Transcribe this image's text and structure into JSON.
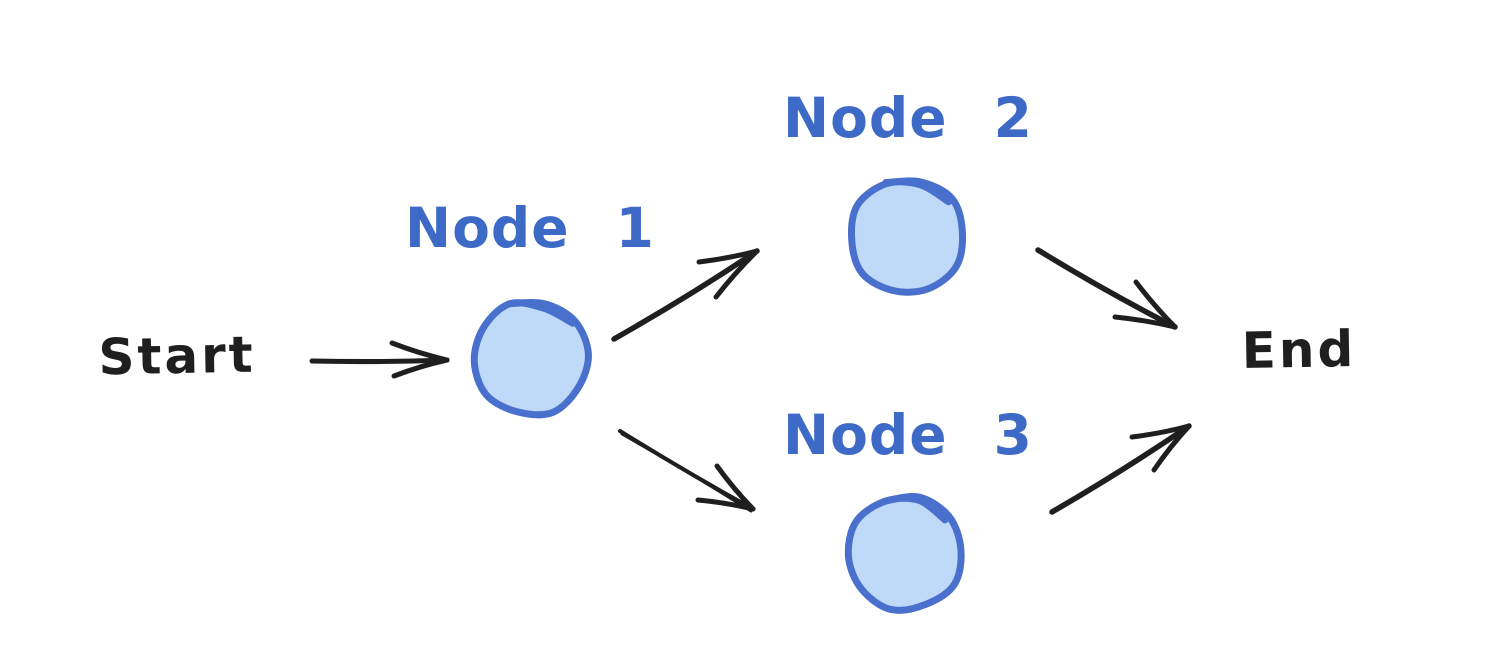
{
  "diagram": {
    "background": "#ffffff",
    "colors": {
      "node_fill": "#bfd9f9",
      "node_stroke": "#4a70cd",
      "node_label_text": "#3d6ac6",
      "ink": "#1f1f1f"
    },
    "start_label": "Start",
    "end_label": "End",
    "nodes": [
      {
        "id": "node1",
        "label": "Node 1"
      },
      {
        "id": "node2",
        "label": "Node 2"
      },
      {
        "id": "node3",
        "label": "Node 3"
      }
    ],
    "edges": [
      {
        "from": "Start",
        "to": "Node 1"
      },
      {
        "from": "Node 1",
        "to": "Node 2"
      },
      {
        "from": "Node 1",
        "to": "Node 3"
      },
      {
        "from": "Node 2",
        "to": "End"
      },
      {
        "from": "Node 3",
        "to": "End"
      }
    ]
  }
}
